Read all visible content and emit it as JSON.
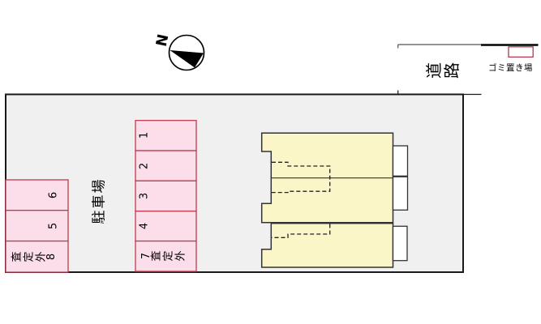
{
  "compass": {
    "north_label": "N"
  },
  "road": {
    "label": "道路"
  },
  "garbage_area": {
    "label": "ゴミ置き場"
  },
  "parking": {
    "area_label": "駐車場",
    "stalls_center_column": [
      "1",
      "2",
      "3",
      "4",
      "7査定外"
    ],
    "stalls_left_column": [
      "6",
      "5",
      "査定外8"
    ]
  },
  "colors": {
    "site_fill": "#f0f0f0",
    "site_border": "#1a1a1a",
    "stall_fill": "#fbdee9",
    "stall_border": "#c23a4e",
    "building_fill": "#fbf6c8",
    "building_border": "#333333",
    "porch_fill": "#ffffff",
    "garbage_border": "#b5394a",
    "dash_line": "#222222",
    "road_line_thin": "#555555",
    "road_line_thick": "#000000"
  }
}
